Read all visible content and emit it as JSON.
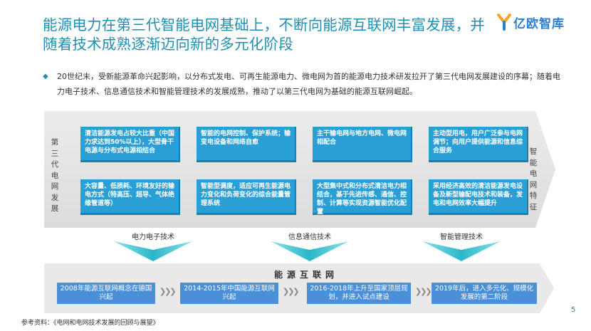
{
  "title": "能源电力在第三代智能电网基础上，不断向能源互联网丰富发展，并随着技术成熟逐渐迈向新的多元化阶段",
  "logo_text": "亿欧智库",
  "intro": "20世纪末，受新能源革命兴起影响，以分布式发电、可再生能源电力、微电网为首的能源电力技术研发拉开了第三代电网发展建设的序幕；随着电力电子技术、信息通信技术和智能管理技术的发展成熟，推动了以第三代电网为基础的能源互联网崛起。",
  "left_label": "第三代电网发展",
  "right_label": "智能电网特征",
  "features": [
    "清洁能源发电占较大比重（中国力求达到50%以上），大型骨干电源与分布式电源相结合",
    "智能的电网控制、保护系统；输变电设备和网络自愈",
    "主干输电网与地方电网、微电网相配合",
    "主动型用电，用户广泛参与电网调节；向用户提供能源和信息综合服务",
    "大容量、低损耗、环境友好的输电方式（特高压、超导、气体绝缘管道等）",
    "智能型调度，适应可再生能源电力变化和负荷变化的综合能量管理系统",
    "大型集中式和分布式清洁电力相结合，基于先进传感、通信、控制、计算等实现资源智能优化配置",
    "采用经济高效的清洁能源发电设备及新型输配电技术和装备，发电和电网效率大幅提升"
  ],
  "technologies": [
    "电力电子技术",
    "信息通信技术",
    "智能管理技术"
  ],
  "bottom_title": "能源互联网",
  "stages": [
    "2008年能源互联网概念在德国兴起",
    "2014-2015年中国能源互联网兴起",
    "2016-2018年上升至国家顶层规划，并进入试点建设",
    "2019年后，进入多元化、规模化发展的第二阶段"
  ],
  "source": "参考资料：《电网和电网技术发展的回顾与展望》",
  "page_number": "5",
  "colors": {
    "title": "#1f8fb1",
    "box": "#2a9fd6",
    "stage": "#4a90d9",
    "band": "#e6e6e6"
  }
}
